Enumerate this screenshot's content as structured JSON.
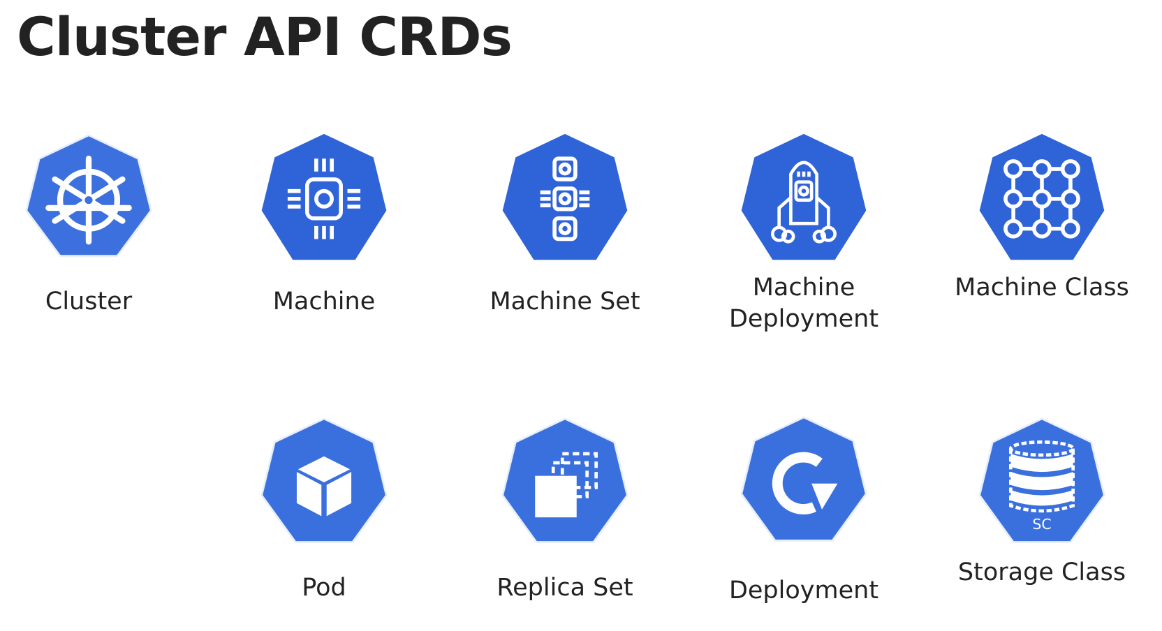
{
  "title": "Cluster API CRDs",
  "brand_color": "#326ce5",
  "row1": [
    {
      "label": "Cluster",
      "icon": "helm-wheel-icon"
    },
    {
      "label": "Machine",
      "icon": "chip-icon"
    },
    {
      "label": "Machine Set",
      "icon": "machine-set-icon"
    },
    {
      "label": "Machine Deployment",
      "icon": "rocket-icon"
    },
    {
      "label": "Machine Class",
      "icon": "grid-nodes-icon"
    }
  ],
  "row2": [
    {
      "label": "Pod",
      "icon": "cube-icon"
    },
    {
      "label": "Replica Set",
      "icon": "stacked-copies-icon"
    },
    {
      "label": "Deployment",
      "icon": "rotate-arrow-icon"
    },
    {
      "label": "Storage Class",
      "icon": "database-icon",
      "badge": "SC"
    }
  ]
}
